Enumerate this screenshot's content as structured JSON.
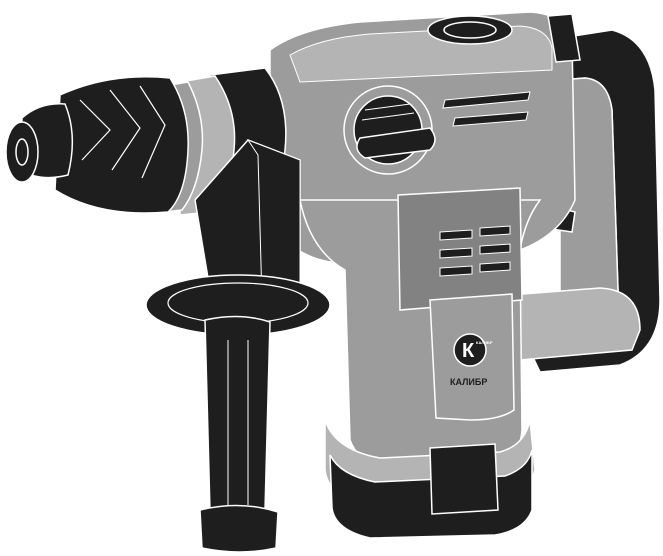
{
  "brand": {
    "name": "КАЛИБР",
    "logo_letter": "К",
    "logo_small_text": "КАЛИБР"
  },
  "colors": {
    "body_gray": "#9c9c9c",
    "body_gray_light": "#b4b4b4",
    "body_gray_dark": "#828282",
    "rubber_black": "#1e1e1e",
    "outline": "#ffffff",
    "background": "#ffffff"
  }
}
